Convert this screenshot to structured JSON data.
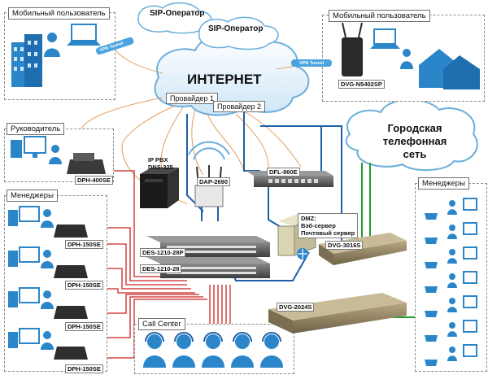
{
  "boxes": {
    "mobile_user_left": "Мобильный пользователь",
    "mobile_user_right": "Мобильный пользователь",
    "manager_boss": "Руководитель",
    "managers_left": "Менеджеры",
    "managers_right": "Менеджеры",
    "call_center": "Call Center"
  },
  "cloud": {
    "internet": "ИНТЕРНЕТ",
    "sip_operator_1": "SIP-Оператор",
    "sip_operator_2": "SIP-Оператор",
    "provider_1": "Провайдер 1",
    "provider_2": "Провайдер 2",
    "city_network_line1": "Городская",
    "city_network_line2": "телефонная",
    "city_network_line3": "сеть"
  },
  "tunnels": {
    "left": "VPN Tunnel",
    "right": "VPN Tunnel"
  },
  "devices": {
    "dvg_n5402sp": "DVG-N5402SP",
    "dph_400se": "DPH-400SE",
    "dph_150se": [
      "DPH-150SE",
      "DPH-150SE",
      "DPH-150SE",
      "DPH-150SE"
    ],
    "ip_pbx_line1": "IP PBX",
    "ip_pbx_line2": "DNS-325",
    "dap_2690": "DAP-2690",
    "dfl_860e": "DFL-860E",
    "des_1210_28p": "DES-1210-28P",
    "des_1210_28": "DES-1210-28",
    "dvg_3016s": "DVG-3016S",
    "dvg_2024s": "DVG-2024S",
    "dmz_line1": "DMZ:",
    "dmz_line2": "Вэб-сервер",
    "dmz_line3": "Почтовый сервер"
  },
  "colors": {
    "accent_blue": "#1f5fa8",
    "line_red": "#cc2222",
    "line_green": "#1e9e2e",
    "line_orange": "#e0a060",
    "icon_blue": "#2b86c9"
  }
}
